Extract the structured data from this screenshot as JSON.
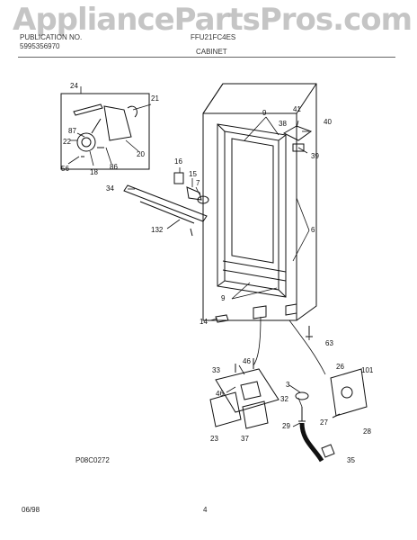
{
  "watermark": "AppliancePartsPros.com",
  "header": {
    "left_line1": "PUBLICATION NO.",
    "left_line2": "5995356970",
    "center_line1": "FFU21FC4ES",
    "section_title": "CABINET"
  },
  "footer": {
    "figure_code": "P08C0272",
    "date": "06/98",
    "page_number": "4"
  },
  "callouts": [
    "24",
    "21",
    "87",
    "22",
    "20",
    "56",
    "18",
    "86",
    "16",
    "15",
    "7",
    "34",
    "132",
    "9",
    "41",
    "38",
    "40",
    "39",
    "6",
    "9",
    "14",
    "63",
    "46",
    "33",
    "3",
    "26",
    "101",
    "46",
    "32",
    "27",
    "29",
    "28",
    "23",
    "37",
    "35"
  ],
  "colors": {
    "line": "#111111",
    "watermark": "#9a9a9a",
    "rule": "#666666"
  }
}
